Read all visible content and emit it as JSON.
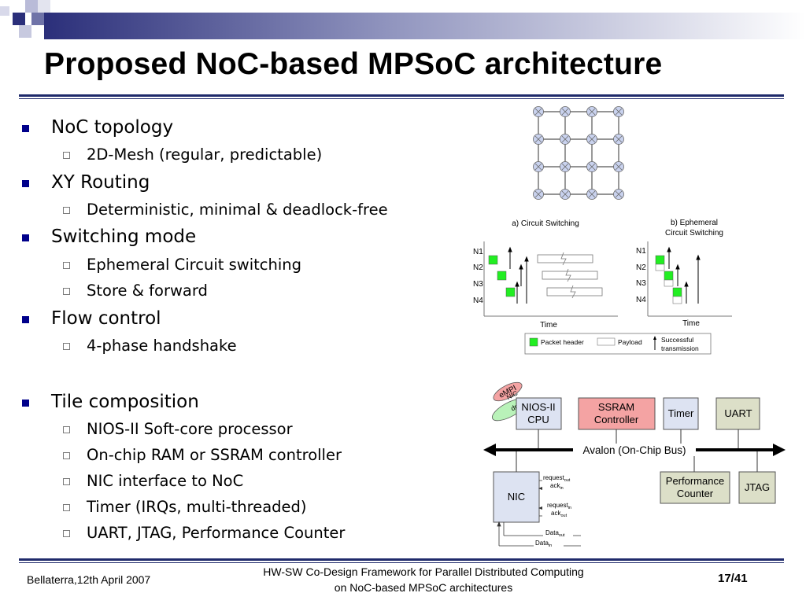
{
  "slide": {
    "title": "Proposed NoC-based MPSoC architecture",
    "bullets": [
      {
        "text": "NoC topology",
        "subs": [
          "2D-Mesh (regular, predictable)"
        ]
      },
      {
        "text": "XY Routing",
        "subs": [
          "Deterministic, minimal & deadlock-free"
        ]
      },
      {
        "text": "Switching mode",
        "subs": [
          "Ephemeral Circuit switching",
          "Store & forward"
        ]
      },
      {
        "text": "Flow control",
        "subs": [
          "4-phase handshake"
        ]
      },
      {
        "text": "Tile composition",
        "subs": [
          "NIOS-II Soft-core processor",
          "On-chip RAM or SSRAM controller",
          "NIC interface to NoC",
          "Timer (IRQs, multi-threaded)",
          "UART, JTAG, Performance Counter"
        ]
      }
    ]
  },
  "switching_diagram": {
    "circuit_title": "a) Circuit Switching",
    "ephemeral_title_1": "b) Ephemeral",
    "ephemeral_title_2": "Circuit Switching",
    "nodes": [
      "N1",
      "N2",
      "N3",
      "N4"
    ],
    "time_label": "Time",
    "legend": {
      "packet_header": "Packet header",
      "payload": "Payload",
      "success_1": "Successful",
      "success_2": "transmission"
    }
  },
  "tile_diagram": {
    "empi": "eMPI",
    "nic_driver_1": "NIC",
    "nic_driver_2": "driver",
    "cpu_1": "NIOS-II",
    "cpu_2": "CPU",
    "ssram_1": "SSRAM",
    "ssram_2": "Controller",
    "timer": "Timer",
    "uart": "UART",
    "bus": "Avalon (On-Chip Bus)",
    "nic": "NIC",
    "perf_1": "Performance",
    "perf_2": "Counter",
    "jtag": "JTAG",
    "sig_request": "request",
    "sig_ack": "ack",
    "sig_data": "Data",
    "sub_out": "out",
    "sub_in": "in"
  },
  "footer": {
    "left": "Bellaterra,12th April 2007",
    "center_1": "HW-SW Co-Design Framework for Parallel Distributed Computing",
    "center_2": "on NoC-based MPSoC architectures",
    "page": "17/41"
  },
  "colors": {
    "accent": "#1f2a6b",
    "bullet": "#00008b",
    "packet_header": "#22ee22",
    "ssram": "#f4a3a3",
    "timer": "#dde3f2",
    "uart": "#dcdfc8"
  }
}
